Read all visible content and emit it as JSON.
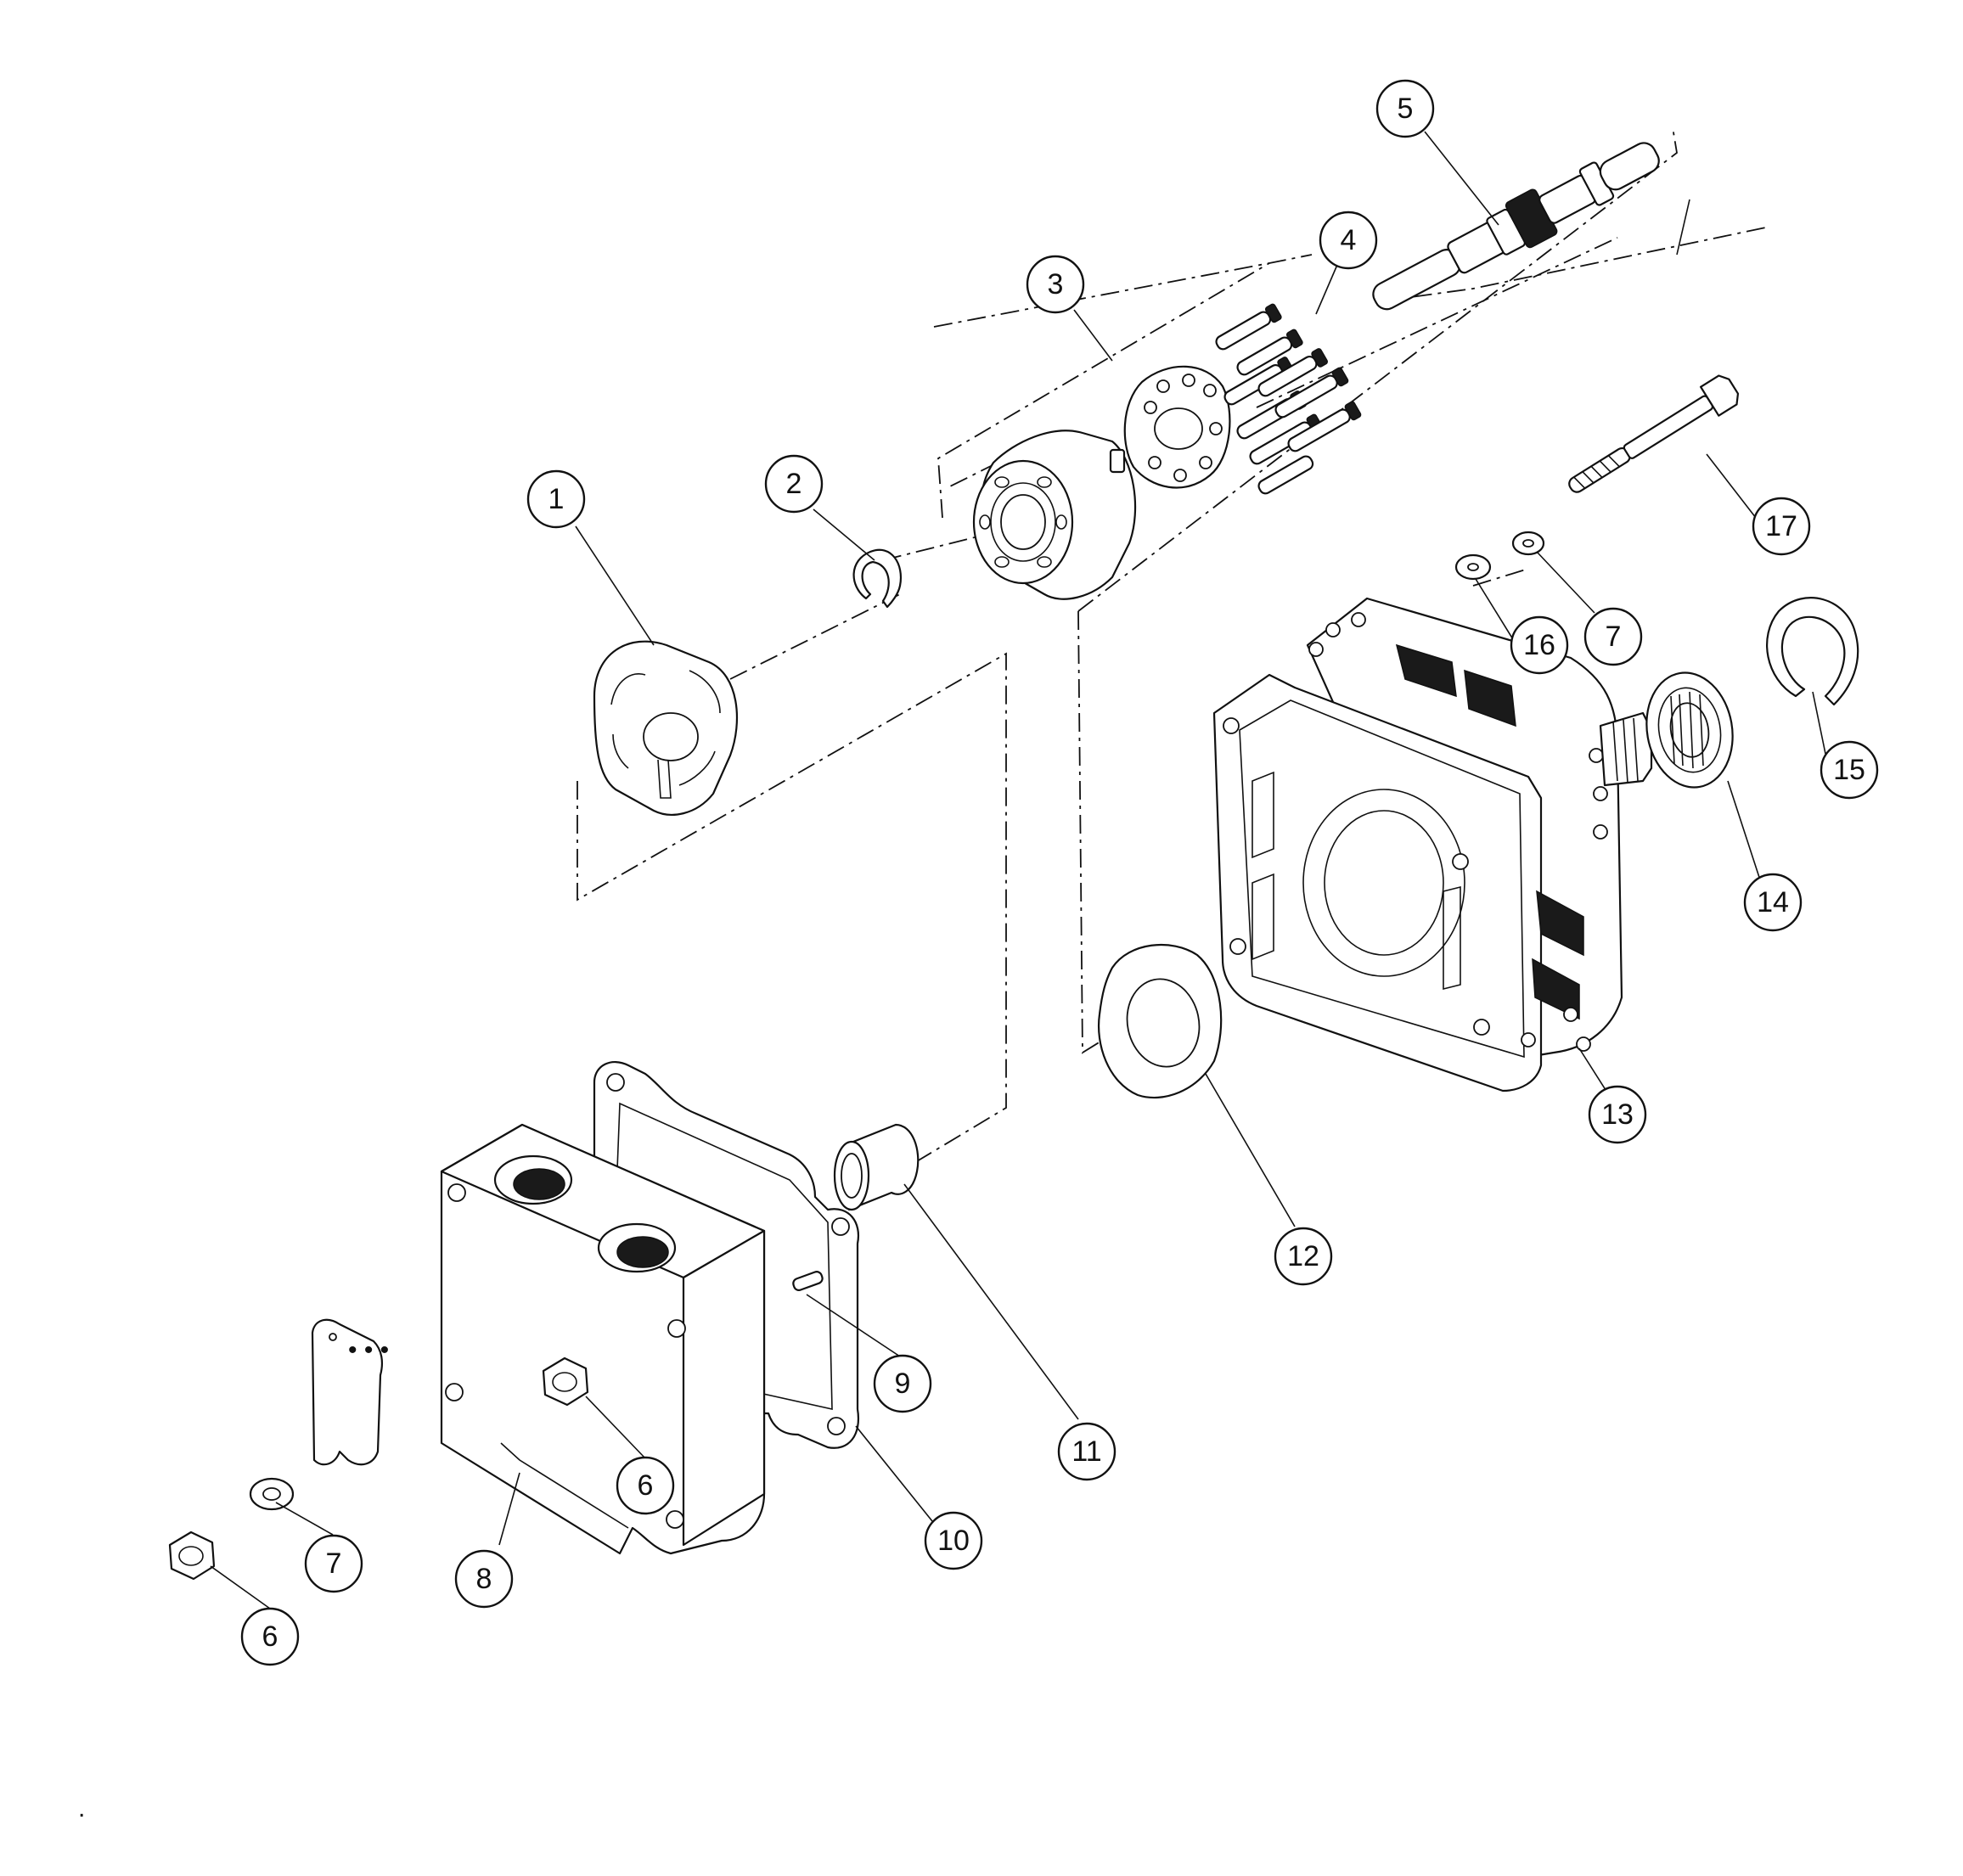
{
  "callouts": [
    {
      "label": "1"
    },
    {
      "label": "2"
    },
    {
      "label": "3"
    },
    {
      "label": "4"
    },
    {
      "label": "5"
    },
    {
      "label": "6"
    },
    {
      "label": "6"
    },
    {
      "label": "7"
    },
    {
      "label": "7"
    },
    {
      "label": "8"
    },
    {
      "label": "9"
    },
    {
      "label": "10"
    },
    {
      "label": "11"
    },
    {
      "label": "12"
    },
    {
      "label": "13"
    },
    {
      "label": "14"
    },
    {
      "label": "15"
    },
    {
      "label": "16"
    },
    {
      "label": "17"
    }
  ],
  "footer": {
    "mark": "."
  },
  "colors": {
    "ink": "#111111",
    "paper": "#ffffff"
  }
}
